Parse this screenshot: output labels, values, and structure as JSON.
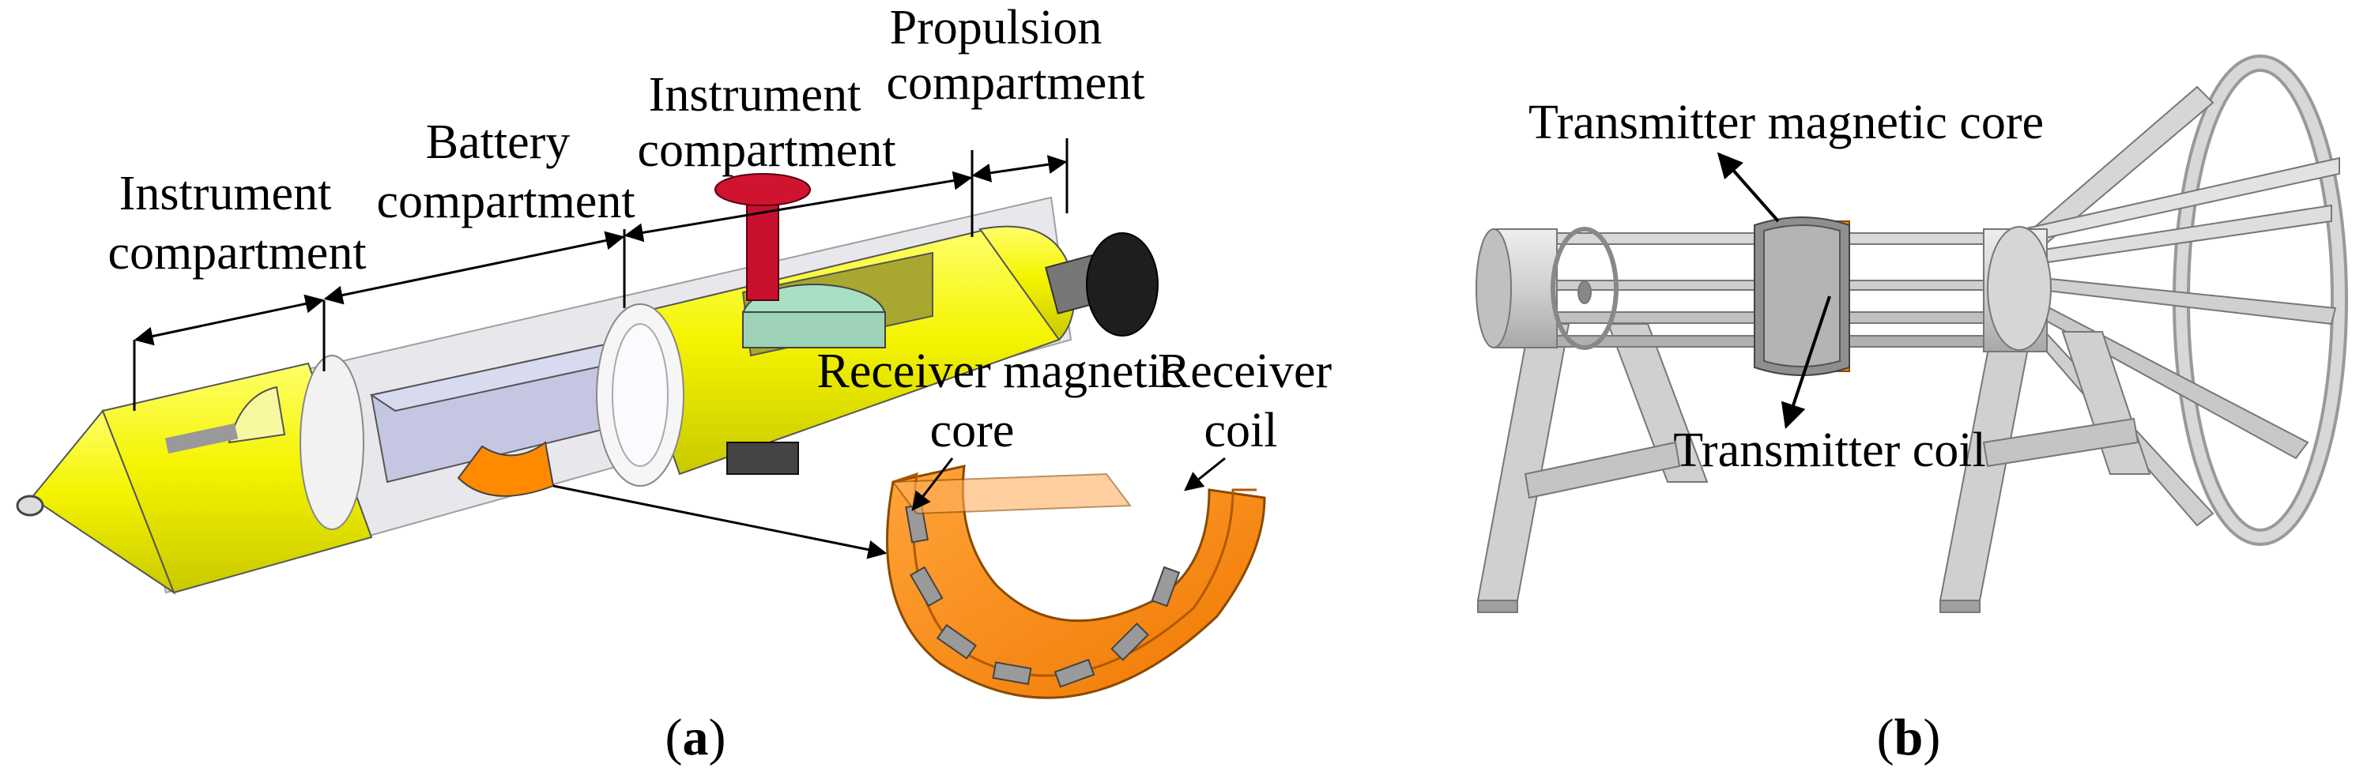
{
  "panel_a": {
    "labels": {
      "instrument_1": [
        "Instrument",
        "compartment"
      ],
      "battery": [
        "Battery",
        "compartment"
      ],
      "instrument_2": [
        "Instrument",
        "compartment"
      ],
      "propulsion": [
        "Propulsion",
        "compartment"
      ],
      "receiver_core": [
        "Receiver magnetic",
        "core"
      ],
      "receiver_coil": [
        "Receiver",
        "coil"
      ]
    },
    "caption": {
      "open": "(",
      "letter": "a",
      "close": ")"
    }
  },
  "panel_b": {
    "labels": {
      "transmitter_core": "Transmitter magnetic core",
      "transmitter_coil": "Transmitter  coil"
    },
    "caption": {
      "open": "(",
      "letter": "b",
      "close": ")"
    }
  },
  "colors": {
    "hull_yellow": "#f2f200",
    "transparent_hull": "#e6e6ea",
    "battery_block": "#b6b8d6",
    "red_antenna": "#c8102e",
    "green_cylinder": "#a8e0c4",
    "orange_coil": "#ff8a00",
    "propeller_black": "#1a1a1a",
    "frame_gray": "#d4d4d4",
    "dark_gray": "#808080"
  }
}
